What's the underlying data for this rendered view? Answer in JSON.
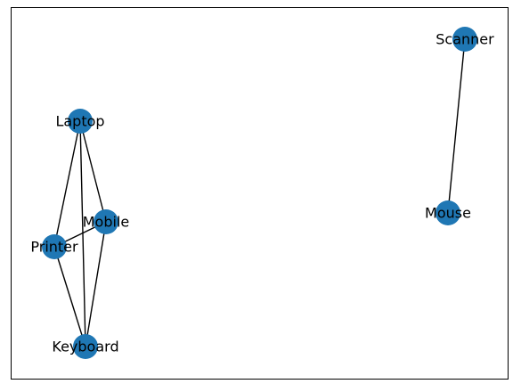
{
  "graph": {
    "node_color": "#1f77b4",
    "edge_color": "#000000",
    "nodes": [
      {
        "id": "laptop",
        "label": "Laptop"
      },
      {
        "id": "mobile",
        "label": "Mobile"
      },
      {
        "id": "printer",
        "label": "Printer"
      },
      {
        "id": "keyboard",
        "label": "Keyboard"
      },
      {
        "id": "scanner",
        "label": "Scanner"
      },
      {
        "id": "mouse",
        "label": "Mouse"
      }
    ],
    "edges": [
      {
        "source": "laptop",
        "target": "printer"
      },
      {
        "source": "laptop",
        "target": "keyboard"
      },
      {
        "source": "laptop",
        "target": "mobile"
      },
      {
        "source": "printer",
        "target": "mobile"
      },
      {
        "source": "printer",
        "target": "keyboard"
      },
      {
        "source": "mobile",
        "target": "keyboard"
      },
      {
        "source": "scanner",
        "target": "mouse"
      }
    ]
  }
}
